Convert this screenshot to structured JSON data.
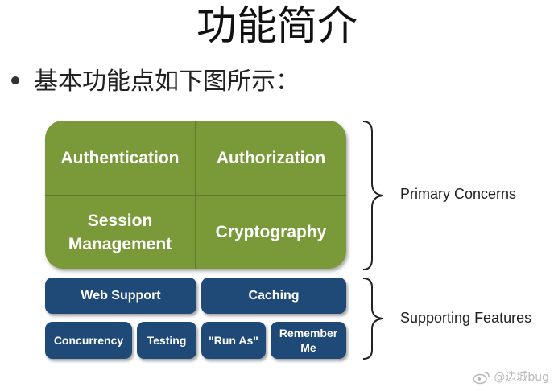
{
  "slide": {
    "title": "功能简介",
    "bullet": "基本功能点如下图所示："
  },
  "diagram": {
    "primary": {
      "authentication": "Authentication",
      "authorization": "Authorization",
      "session_management": "Session Management",
      "cryptography": "Cryptography"
    },
    "supporting": {
      "web_support": "Web Support",
      "caching": "Caching",
      "concurrency": "Concurrency",
      "testing": "Testing",
      "run_as": "\"Run As\"",
      "remember_me": "Remember Me"
    },
    "labels": {
      "primary_concerns": "Primary Concerns",
      "supporting_features": "Supporting Features"
    },
    "colors": {
      "primary_green": "#7a9a3a",
      "supporting_blue": "#1f4a78"
    }
  },
  "watermark": {
    "icon": "weibo-icon",
    "text": "@边城bug"
  }
}
